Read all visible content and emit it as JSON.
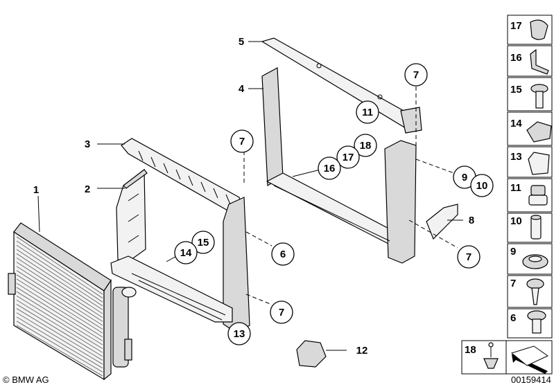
{
  "diagram": {
    "callouts_plain": [
      {
        "id": "1",
        "text": "1"
      },
      {
        "id": "2",
        "text": "2"
      },
      {
        "id": "3",
        "text": "3"
      },
      {
        "id": "4",
        "text": "4"
      },
      {
        "id": "5",
        "text": "5"
      },
      {
        "id": "8",
        "text": "8"
      },
      {
        "id": "12",
        "text": "12"
      }
    ],
    "callouts_circled": [
      {
        "id": "7a",
        "text": "7"
      },
      {
        "id": "11",
        "text": "11"
      },
      {
        "id": "18",
        "text": "18"
      },
      {
        "id": "17",
        "text": "17"
      },
      {
        "id": "16",
        "text": "16"
      },
      {
        "id": "7b",
        "text": "7"
      },
      {
        "id": "9",
        "text": "9"
      },
      {
        "id": "10",
        "text": "10"
      },
      {
        "id": "15",
        "text": "15"
      },
      {
        "id": "14",
        "text": "14"
      },
      {
        "id": "6",
        "text": "6"
      },
      {
        "id": "7c",
        "text": "7"
      },
      {
        "id": "7d",
        "text": "7"
      },
      {
        "id": "13",
        "text": "13"
      }
    ],
    "sidebar_parts": [
      {
        "num": "17",
        "icon": "clip-17-icon"
      },
      {
        "num": "16",
        "icon": "bracket-16-icon"
      },
      {
        "num": "15",
        "icon": "screw-15-icon"
      },
      {
        "num": "14",
        "icon": "clip-nut-14-icon"
      },
      {
        "num": "13",
        "icon": "clip-13-icon"
      },
      {
        "num": "11",
        "icon": "rubber-mount-11-icon"
      },
      {
        "num": "10",
        "icon": "sleeve-10-icon"
      },
      {
        "num": "9",
        "icon": "grommet-9-icon"
      },
      {
        "num": "7",
        "icon": "tapping-screw-7-icon"
      },
      {
        "num": "6",
        "icon": "hex-bolt-6-icon"
      }
    ],
    "bottom_box": {
      "num": "18",
      "icon": "expanding-rivet-18-icon"
    },
    "copyright": "© BMW AG",
    "image_number": "00159414"
  }
}
